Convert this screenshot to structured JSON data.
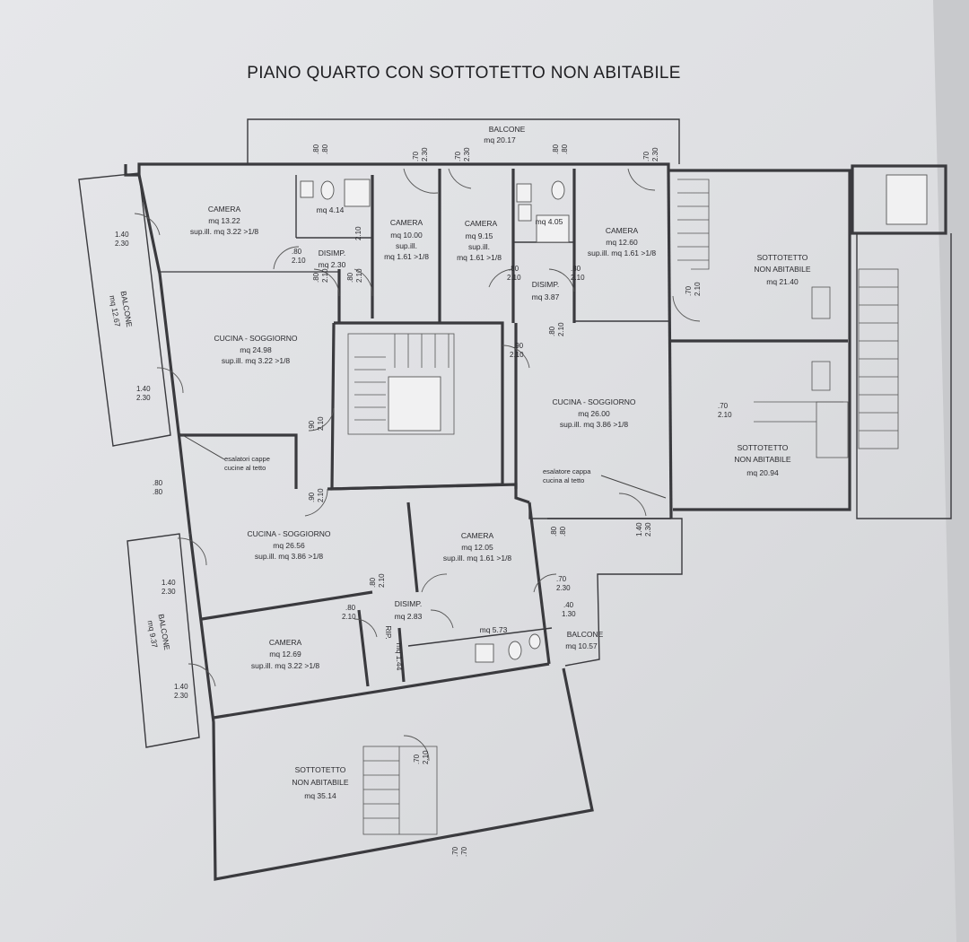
{
  "title": "PIANO QUARTO CON SOTTOTETTO NON ABITABILE",
  "rooms": {
    "balcone_top": {
      "name": "BALCONE",
      "area": "mq 20.17"
    },
    "camera_1": {
      "name": "CAMERA",
      "area": "mq 13.22",
      "extra": "sup.ill. mq 3.22 >1/8"
    },
    "bagno_1": {
      "area": "mq 4.14"
    },
    "disimp_1": {
      "name": "DISIMP.",
      "area": "mq 2.30"
    },
    "camera_2": {
      "name": "CAMERA",
      "area": "mq 10.00",
      "extra1": "sup.ill.",
      "extra2": "mq 1.61 >1/8"
    },
    "camera_3": {
      "name": "CAMERA",
      "area": "mq 9.15",
      "extra1": "sup.ill.",
      "extra2": "mq 1.61 >1/8"
    },
    "bagno_2": {
      "area": "mq 4.05"
    },
    "camera_4": {
      "name": "CAMERA",
      "area": "mq 12.60",
      "extra": "sup.ill. mq 1.61 >1/8"
    },
    "disimp_2": {
      "name": "DISIMP.",
      "area": "mq 3.87"
    },
    "sottotetto_1": {
      "name1": "SOTTOTETTO",
      "name2": "NON ABITABILE",
      "area": "mq 21.40"
    },
    "balcone_left": {
      "name": "BALCONE",
      "area": "mq 12.67"
    },
    "cucina_1": {
      "name": "CUCINA - SOGGIORNO",
      "area": "mq 24.98",
      "extra": "sup.ill. mq 3.22 >1/8"
    },
    "cucina_2": {
      "name": "CUCINA - SOGGIORNO",
      "area": "mq 26.00",
      "extra": "sup.ill. mq 3.86 >1/8"
    },
    "sottotetto_2": {
      "name1": "SOTTOTETTO",
      "name2": "NON ABITABILE",
      "area": "mq 20.94"
    },
    "cucina_3": {
      "name": "CUCINA - SOGGIORNO",
      "area": "mq 26.56",
      "extra": "sup.ill. mq 3.86 >1/8"
    },
    "camera_5": {
      "name": "CAMERA",
      "area": "mq 12.05",
      "extra": "sup.ill. mq 1.61 >1/8"
    },
    "disimp_3": {
      "name": "DISIMP.",
      "area": "mq 2.83"
    },
    "bagno_3": {
      "area": "mq 5.73"
    },
    "balcone_right": {
      "name": "BALCONE",
      "area": "mq 10.57"
    },
    "balcone_left2": {
      "name": "BALCONE",
      "area": "mq 9.37"
    },
    "camera_6": {
      "name": "CAMERA",
      "area": "mq 12.69",
      "extra": "sup.ill. mq 3.22 >1/8"
    },
    "rip": {
      "name": "RIP.",
      "area": "mq 1.44"
    },
    "sottotetto_3": {
      "name1": "SOTTOTETTO",
      "name2": "NON ABITABILE",
      "area": "mq 35.14"
    }
  },
  "notes": {
    "esalatori_1a": "esalatori cappe",
    "esalatori_1b": "cucine al tetto",
    "esalatori_2a": "esalatore cappa",
    "esalatori_2b": "cucina al tetto"
  },
  "dimensions": {
    "d_80": ".80",
    "d_70": ".70",
    "d_90": ".90",
    "d_140": "1.40",
    "d_210": "2.10",
    "d_230": "2.30",
    "d_130": "1.30",
    "d_40": ".40"
  }
}
